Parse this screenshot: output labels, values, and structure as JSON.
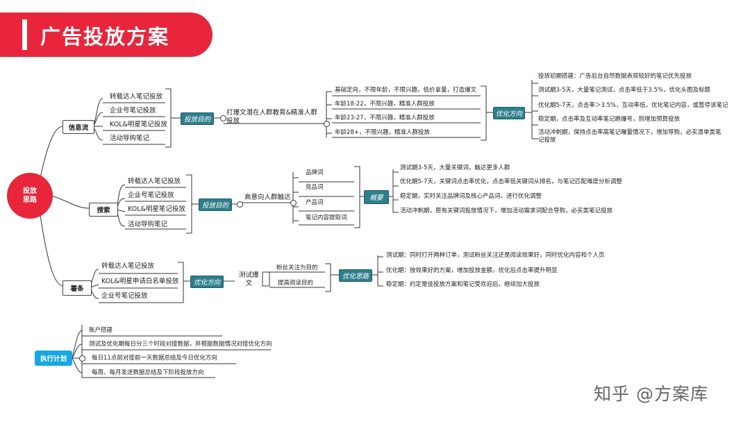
{
  "title": "广告投放方案",
  "root": "投放\n思路",
  "branches": {
    "feed": {
      "label": "信息流",
      "items": [
        "转载达人笔记投放",
        "企业号笔记投放",
        "KOL&明星笔记投放",
        "活动导购笔记"
      ],
      "purpose_tag": "投放目的",
      "purpose": "打爆文潜在人群教育&精准人群\n投放",
      "targeting": [
        "基础定向，不限年龄，不限兴趣，低价拿量，打造爆文",
        "年龄18-22，不限兴趣，精准人群投放",
        "年龄23-27，不限兴趣，精准人群投放",
        "年龄28+，不限兴趣，精准人群投放"
      ],
      "optimize_tag": "优化方向",
      "optimize_header": "投放初期搭建：广告后台自然数据表现较好的笔记优先投放",
      "optimize": [
        "测试期3-5天，大量笔记测试，点击率低于3.5%，优化头图及标题",
        "优化期5-7天，点击率＞3.5%，互动率低，优化笔记内容，或暂停该笔记",
        "稳定期，点击率及互动率笔记跑爆号，则增加预算投放",
        "活动冲刺期，保持点击率高笔记曝量情况下，增加导购，必买清单类笔\n记投放"
      ]
    },
    "search": {
      "label": "搜索",
      "items": [
        "转载达人笔记投放",
        "企业号笔记投放",
        "KOL&明星笔记投放",
        "活动导购笔记"
      ],
      "purpose_tag": "投放目的",
      "purpose": "高意向人群触达",
      "keywords": [
        "品牌词",
        "竞品词",
        "产品词",
        "笔记内容提取词"
      ],
      "summary_tag": "概要",
      "summary": [
        "测试期3-5天，大量关键词，触达更多人群",
        "优化期5-7天，关键词点击率优化，点击率低关键词从排名，与笔记匹配难度分析调整",
        "稳定期，实时关注品牌词及核心产品词，进行优化调整",
        "活动冲刺期，原有关键词投放情况下，增加活动需求词配合导购，必买类笔记投放"
      ]
    },
    "shutiao": {
      "label": "薯条",
      "items": [
        "转载达人笔记投放",
        "KOL&明星申请白名单投放",
        "企业号笔记投放"
      ],
      "optimize_tag": "优化方向",
      "test": "测试爆\n文",
      "goals": [
        "粉丝关注为目的",
        "提高阅读目的"
      ],
      "ideas_tag": "优化思路",
      "ideas": [
        "测试期：同时打开两种订单，测试粉丝关注还是阅读效果好，同时优化内容和个人页",
        "优化期：按效果好的方案，增加投放金额，优化后点击率提升明显",
        "稳定期：约定是佳投放方案和笔记受欢迎后，继续加大投放"
      ]
    }
  },
  "execution": {
    "label": "执行计划",
    "items": [
      "账户搭建",
      "测试及优化期每日分三个时段对接数据，并根据数据情况对接优化方向",
      "每日11点前对接前一天数据总结及今日优化方向",
      "每周、每月发送数据总结及下阶段投放方向"
    ]
  },
  "watermark": "知乎 @方案库",
  "colors": {
    "banner": "#e8253a",
    "tag": "#2f7f8c",
    "exec": "#18a7e0"
  }
}
